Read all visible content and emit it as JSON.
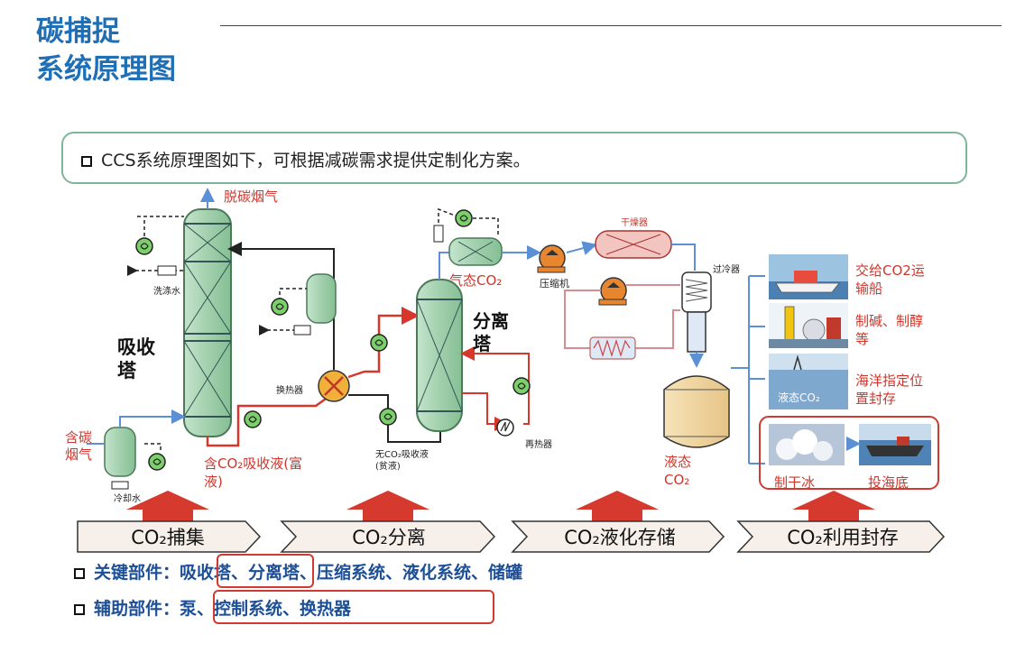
{
  "header": {
    "title_line1": "碳捕捉",
    "title_line2": "系统原理图"
  },
  "intro": {
    "text": "CCS系统原理图如下，可根据减碳需求提供定制化方案。"
  },
  "diagram": {
    "labels": {
      "decarbonized_flue_gas": "脱碳烟气",
      "washing_water": "洗涤水",
      "absorption_tower_line1": "吸收",
      "absorption_tower_line2": "塔",
      "carbon_flue_gas_line1": "含碳",
      "carbon_flue_gas_line2": "烟气",
      "cooling_water": "冷却水",
      "heat_exchanger": "换热器",
      "rich_liquid_line1": "含CO₂吸收液(富",
      "rich_liquid_line2": "液)",
      "gas_co2": "气态CO₂",
      "separation_tower_line1": "分离",
      "separation_tower_line2": "塔",
      "lean_liquid_line1": "无CO₂吸收液",
      "lean_liquid_line2": "(贫液)",
      "reboiler": "再热器",
      "compressor": "压缩机",
      "dryer": "干燥器",
      "subcooler": "过冷器",
      "liquid_co2_line1": "液态",
      "liquid_co2_line2": "CO₂",
      "use_ship_line1": "交给CO2运",
      "use_ship_line2": "输船",
      "use_chem_line1": "制碱、制醇",
      "use_chem_line2": "等",
      "use_ocean_line1": "海洋指定位",
      "use_ocean_line2": "置封存",
      "ocean_img_text": "液态CO₂",
      "dry_ice": "制干冰",
      "seabed": "投海底"
    },
    "stages": [
      "CO₂捕集",
      "CO₂分离",
      "CO₂液化存储",
      "CO₂利用封存"
    ]
  },
  "bullets": {
    "key_label": "关键部件：",
    "key_highlight": "吸收塔、",
    "key_rest": "分离塔、压缩系统、液化系统、储罐",
    "aux_label": "辅助部件：",
    "aux_highlight": "泵、控制系统、换热器"
  },
  "colors": {
    "title_blue": "#1f6fb7",
    "label_red": "#d0352b",
    "tower_green": "#a9d4b3",
    "pipe_red": "#d9362b",
    "pipe_blue": "#5b8fd6",
    "stage_arrow_red": "#d6392e",
    "bullet_blue": "#1d4f97"
  }
}
